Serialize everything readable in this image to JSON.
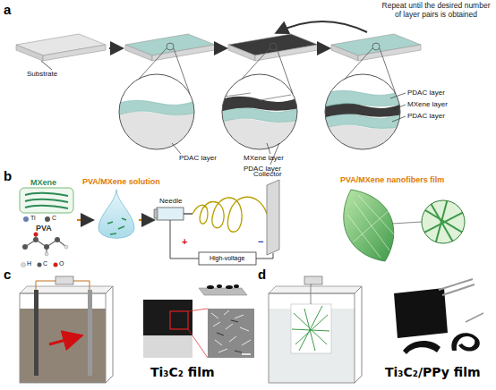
{
  "diagram": {
    "labels": [
      "a",
      "Repeat until the desired number of layer pairs is obtained",
      "Substrate",
      "PDAC layer",
      "MXene layer",
      "PDAC layer",
      "PDAC layer",
      "MXene layer",
      "PDAC layer",
      "b",
      "MXene",
      "Ti",
      "C",
      "PVA",
      "H",
      "C",
      "O",
      "PVA/MXene solution",
      "Needle",
      "Collector",
      "+",
      "High-voltage",
      "−",
      "PVA/MXene nanofibers film",
      "c",
      "Ti₃C₂ film",
      "d",
      "Ti₃C₂/PPy film"
    ]
  }
}
